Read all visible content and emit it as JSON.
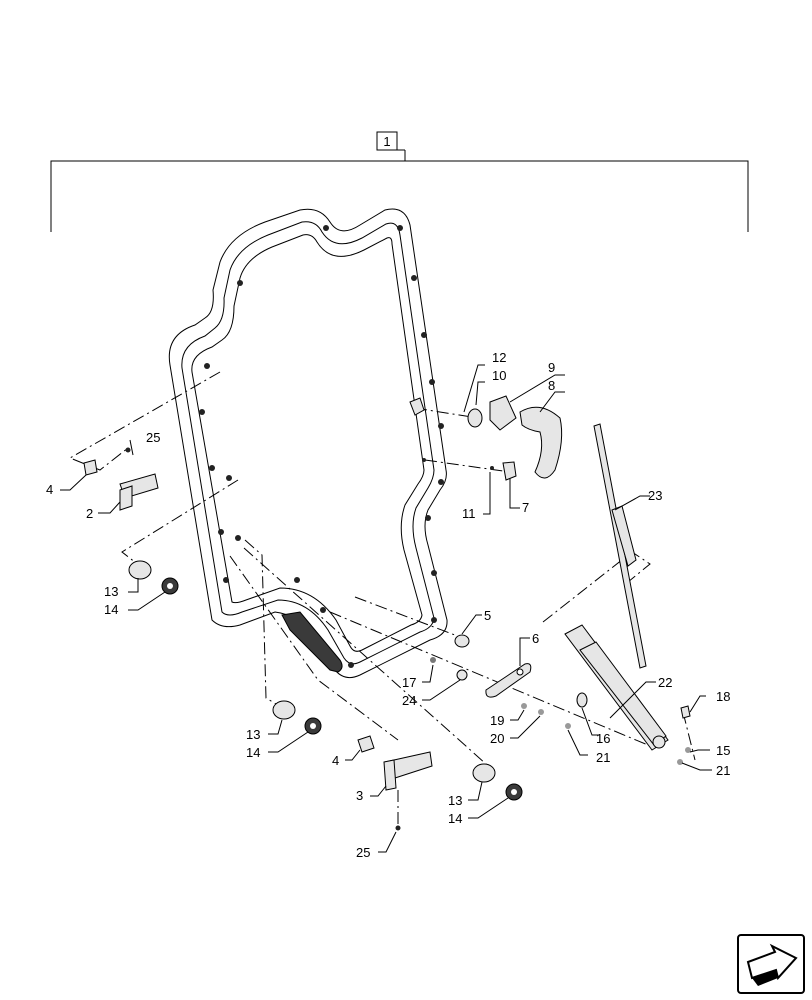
{
  "diagram": {
    "assembly_callout": "1",
    "callouts": [
      {
        "id": "c12",
        "text": "12"
      },
      {
        "id": "c10",
        "text": "10"
      },
      {
        "id": "c9",
        "text": "9"
      },
      {
        "id": "c8",
        "text": "8"
      },
      {
        "id": "c25a",
        "text": "25"
      },
      {
        "id": "c4a",
        "text": "4"
      },
      {
        "id": "c2",
        "text": "2"
      },
      {
        "id": "c11",
        "text": "11"
      },
      {
        "id": "c7",
        "text": "7"
      },
      {
        "id": "c23",
        "text": "23"
      },
      {
        "id": "c13a",
        "text": "13"
      },
      {
        "id": "c14a",
        "text": "14"
      },
      {
        "id": "c5",
        "text": "5"
      },
      {
        "id": "c6",
        "text": "6"
      },
      {
        "id": "c17",
        "text": "17"
      },
      {
        "id": "c24",
        "text": "24"
      },
      {
        "id": "c22",
        "text": "22"
      },
      {
        "id": "c18",
        "text": "18"
      },
      {
        "id": "c19",
        "text": "19"
      },
      {
        "id": "c20",
        "text": "20"
      },
      {
        "id": "c16",
        "text": "16"
      },
      {
        "id": "c15",
        "text": "15"
      },
      {
        "id": "c21a",
        "text": "21"
      },
      {
        "id": "c21b",
        "text": "21"
      },
      {
        "id": "c13b",
        "text": "13"
      },
      {
        "id": "c14b",
        "text": "14"
      },
      {
        "id": "c4b",
        "text": "4"
      },
      {
        "id": "c3",
        "text": "3"
      },
      {
        "id": "c13c",
        "text": "13"
      },
      {
        "id": "c14c",
        "text": "14"
      },
      {
        "id": "c25b",
        "text": "25"
      }
    ]
  }
}
